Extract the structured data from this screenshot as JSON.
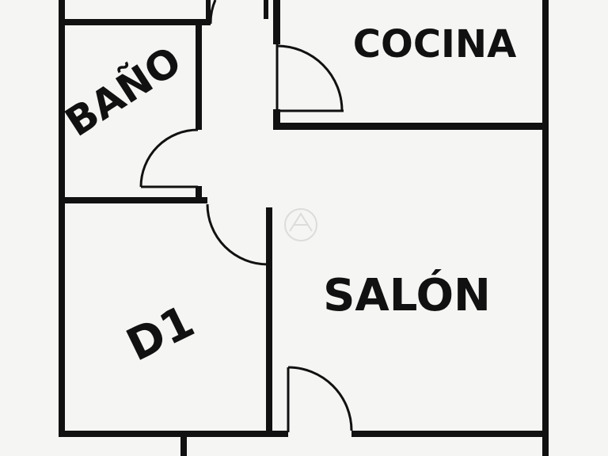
{
  "rooms": {
    "kitchen": "COCINA",
    "bathroom": "BAÑO",
    "living_room": "SALÓN",
    "bedroom": "D1"
  },
  "colors": {
    "wall": "#111111",
    "background": "#f5f5f3"
  }
}
